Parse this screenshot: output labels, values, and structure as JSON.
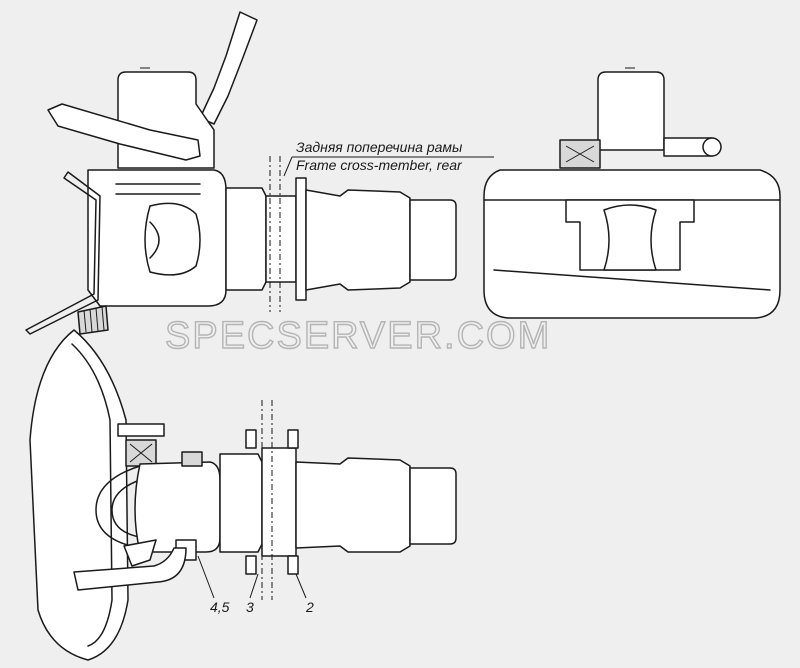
{
  "annotation": {
    "ru": "Задняя поперечина рамы",
    "en": "Frame cross-member, rear"
  },
  "callouts": [
    "4,5",
    "3",
    "2"
  ],
  "watermark": "SPECSERVER.COM",
  "colors": {
    "line": "#1a1a1a",
    "background": "#efefef",
    "watermark": "#b4b4b4"
  }
}
